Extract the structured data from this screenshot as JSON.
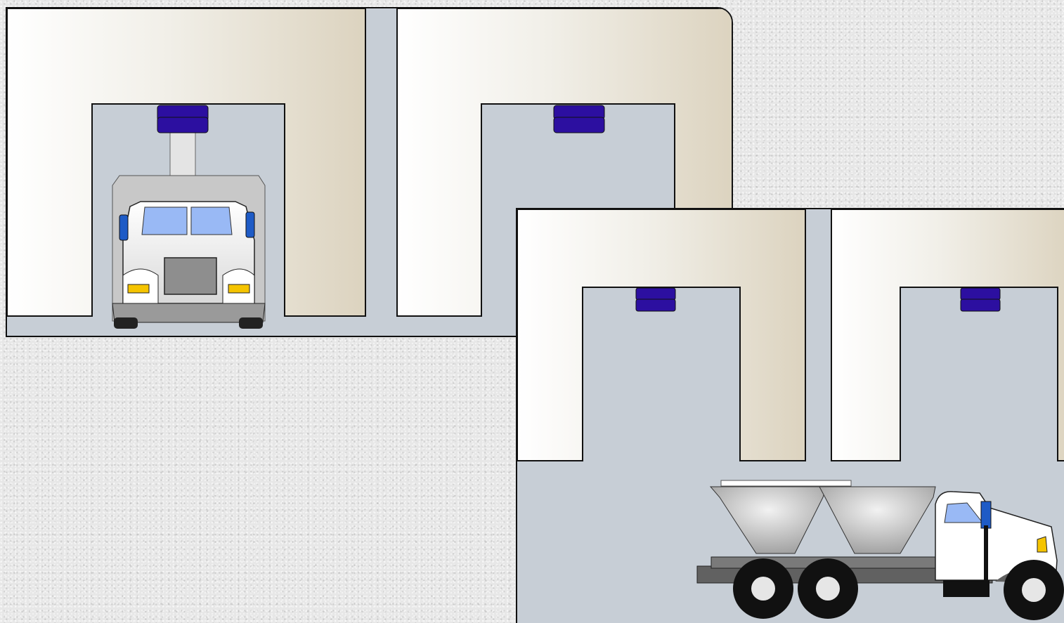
{
  "scene": {
    "background": "#e7e7e7",
    "floor_color": "#c7ced6",
    "arch_gradient": [
      "#ffffff",
      "#f1efe8",
      "#dcd3bf"
    ],
    "sensor_color": "#2c0fa0"
  },
  "top_panel": {
    "bays": [
      {
        "id": "bay-1",
        "vehicle": "box-truck-front-view",
        "sensor_state": "extended"
      },
      {
        "id": "bay-2",
        "vehicle": "none",
        "sensor_state": "retracted"
      }
    ]
  },
  "bottom_panel": {
    "bays": [
      {
        "id": "bay-3",
        "vehicle": "none",
        "sensor_state": "retracted"
      },
      {
        "id": "bay-4",
        "vehicle": "none",
        "sensor_state": "retracted"
      }
    ],
    "vehicle": "bulk-tanker-truck-side-view"
  },
  "icons": [
    "sensor-icon",
    "box-truck-icon",
    "tanker-truck-icon"
  ]
}
